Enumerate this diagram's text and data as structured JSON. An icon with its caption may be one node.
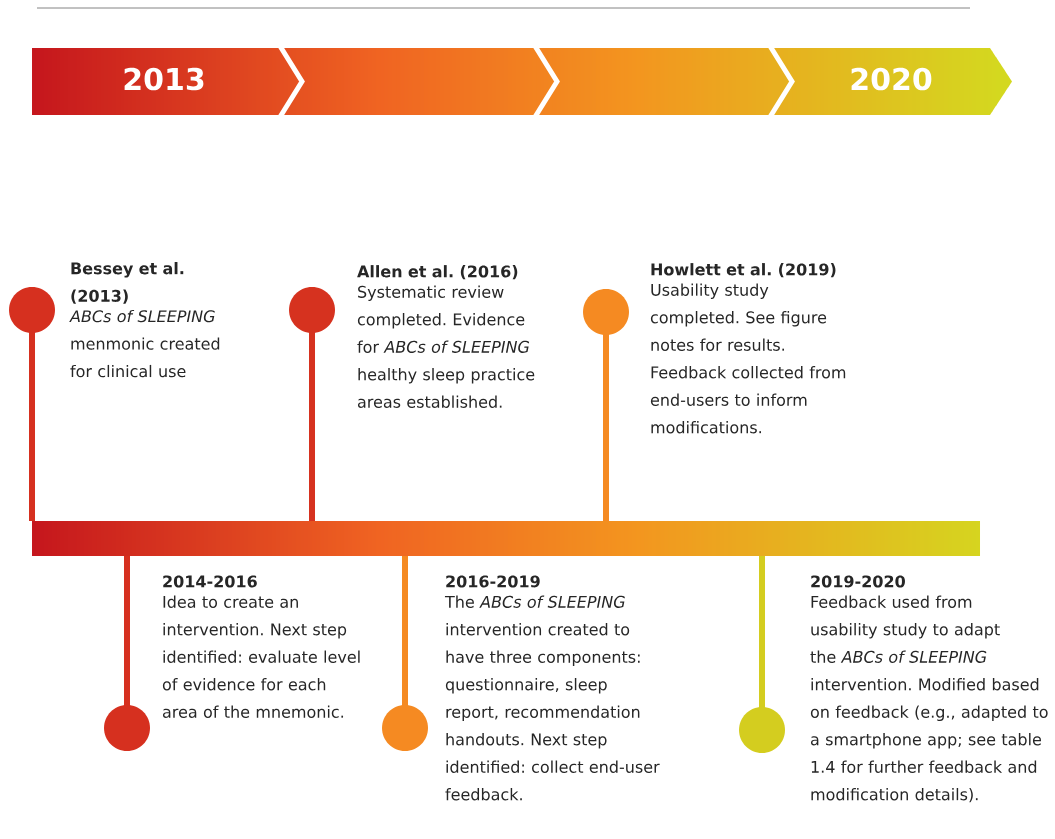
{
  "diagram": {
    "nodes": [
      {
        "text": [
          "2013",
          "2020"
        ]
      },
      {
        "text": [],
        "shape": "circle",
        "beside": [
          "Bessey et al. (2013)",
          "*ABCs of SLEEPING* menmonic created for clinical use"
        ]
      },
      {
        "text": [],
        "shape": "circle",
        "beside": [
          "Allen et al. (2016)",
          "Systematic review completed. Evidence for *ABCs of SLEEPING* healthy sleep practice areas established."
        ]
      },
      {
        "text": [],
        "shape": "circle",
        "beside": [
          "Howlett et al. (2019)",
          "Usability study completed.  See figure notes for results. Feedback collected from end-users to inform modifications."
        ]
      },
      {
        "text": [],
        "shape": "circle",
        "beside": [
          "2014-2016",
          "Idea to create an intervention. Next step identified: evaluate level of evidence for each area of the mnemonic."
        ]
      },
      {
        "text": [],
        "shape": "circle",
        "beside": [
          "2016-2019",
          "The *ABCs of SLEEPING* intervention created to have three components: questionnaire, sleep report, recommendation handouts. Next step identified: collect end-user feedback."
        ]
      },
      {
        "text": [],
        "shape": "circle",
        "beside": [
          "2019-2020",
          "Feedback used from usability study to adapt the *ABCs of SLEEPING* intervention. Modified based on feedback (e.g., adapted to a smartphone app; see table 1.4 for further feedback and modification details)."
        ]
      }
    ]
  }
}
